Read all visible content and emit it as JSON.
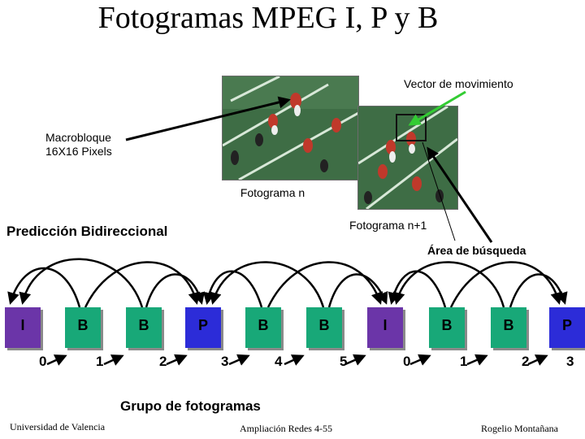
{
  "title": "Fotogramas MPEG I, P y B",
  "labels": {
    "motion_vector": "Vector de movimiento",
    "macroblock": "Macrobloque\n16X16 Pixels",
    "frame_n": "Fotograma n",
    "frame_n1": "Fotograma n+1",
    "bidirectional": "Predicción Bidireccional",
    "search_area": "Área de búsqueda",
    "group": "Grupo de fotogramas"
  },
  "frames": [
    {
      "type": "I",
      "num": "0"
    },
    {
      "type": "B",
      "num": "1"
    },
    {
      "type": "B",
      "num": "2"
    },
    {
      "type": "P",
      "num": "3"
    },
    {
      "type": "B",
      "num": "4"
    },
    {
      "type": "B",
      "num": "5"
    },
    {
      "type": "I",
      "num": "0"
    },
    {
      "type": "B",
      "num": "1"
    },
    {
      "type": "B",
      "num": "2"
    },
    {
      "type": "P",
      "num": "3"
    }
  ],
  "colors": {
    "I": "#6b35a8",
    "P": "#2c2cd8",
    "B": "#18a878",
    "motion_vector_arrow": "#33cc33"
  },
  "footer": {
    "left": "Universidad de Valencia",
    "center": "Ampliación Redes 4-55",
    "right": "Rogelio Montañana"
  }
}
